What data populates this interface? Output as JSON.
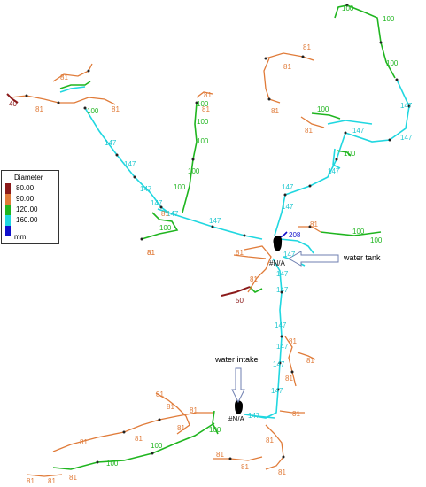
{
  "legend": {
    "title": "Diameter",
    "unit": "mm",
    "entries": [
      {
        "label": "80.00",
        "color": "#8b1a1a"
      },
      {
        "label": "90.00",
        "color": "#e07b39"
      },
      {
        "label": "120.00",
        "color": "#1fb51f"
      },
      {
        "label": "160.00",
        "color": "#20d7e0"
      },
      {
        "label": "",
        "color": "#1010cc"
      }
    ]
  },
  "annotations": {
    "water_tank": "water tank",
    "water_intake": "water intake"
  },
  "node_labels": {
    "tank": "#N/A",
    "intake": "#N/A",
    "tank_pipe": "208"
  },
  "pipe_labels": {
    "p1": "147",
    "p2": "147",
    "p3": "147",
    "p4": "147",
    "p5": "147",
    "p6": "147",
    "p7": "147",
    "p8": "147",
    "p9": "147",
    "p10": "147",
    "p11": "147",
    "p12": "147",
    "p13": "147",
    "p14": "147",
    "p15": "147",
    "p16": "147",
    "p17": "147",
    "p18": "147",
    "p19": "147",
    "p20": "147",
    "g1": "100",
    "g2": "100",
    "g3": "100",
    "g4": "100",
    "g5": "100",
    "g6": "100",
    "g7": "100",
    "g8": "100",
    "g9": "100",
    "g10": "100",
    "g11": "100",
    "g12": "100",
    "g13": "100",
    "g14": "100",
    "g15": "100",
    "g16": "100",
    "g17": "100",
    "o1": "81",
    "o2": "81",
    "o3": "81",
    "o4": "81",
    "o5": "81",
    "o6": "81",
    "o7": "81",
    "o8": "81",
    "o9": "81",
    "o10": "81",
    "o11": "81",
    "o12": "81",
    "o13": "81",
    "o14": "81",
    "o15": "81",
    "o16": "81",
    "o17": "81",
    "o18": "81",
    "o19": "81",
    "o20": "81",
    "o21": "81",
    "o22": "81",
    "o23": "81",
    "o24": "81",
    "o25": "81",
    "o26": "81",
    "o27": "81",
    "o28": "81",
    "o29": "81",
    "o30": "81",
    "o31": "81",
    "o32": "81",
    "r1": "50",
    "r2": "40"
  },
  "colors": {
    "cyan": "#20d7e0",
    "green": "#1fb51f",
    "orange": "#e07b39",
    "darkred": "#8b1a1a",
    "blue": "#1010cc",
    "node": "#222222"
  }
}
